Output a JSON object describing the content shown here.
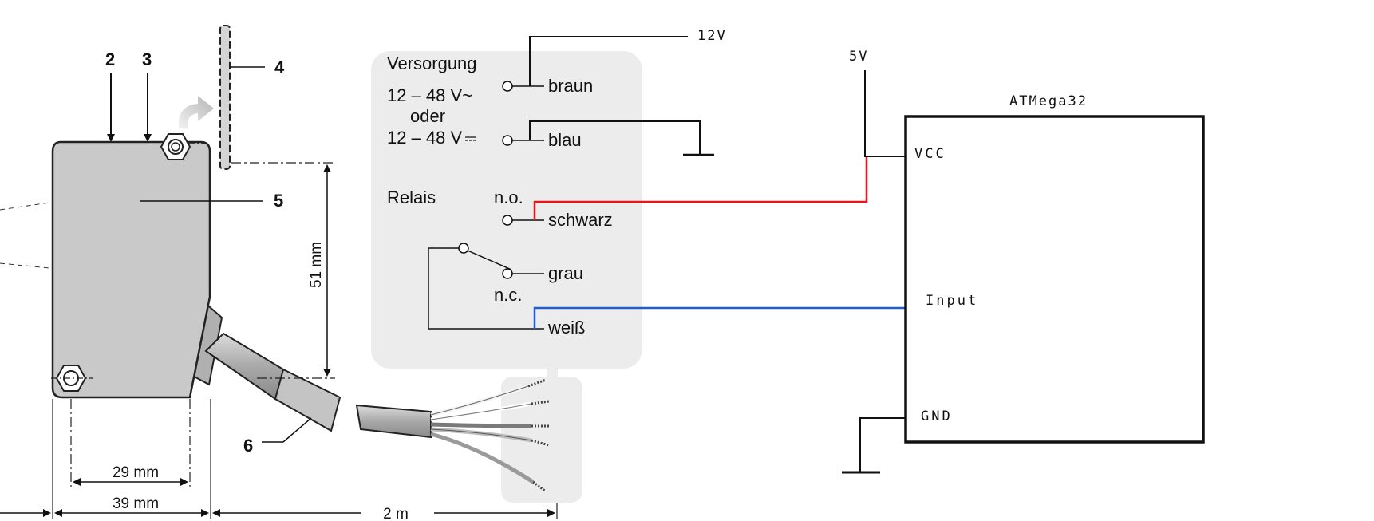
{
  "sensor": {
    "callouts": [
      "2",
      "3",
      "4",
      "5",
      "6"
    ],
    "dims": {
      "height": "51 mm",
      "hole_spacing": "29 mm",
      "width": "39 mm",
      "cable": "2 m"
    }
  },
  "connection_box": {
    "supply_title": "Versorgung",
    "supply_ac": "12 – 48 V~",
    "supply_or": "oder",
    "supply_dc": "12 – 48 V",
    "relay_title": "Relais",
    "no_label": "n.o.",
    "nc_label": "n.c.",
    "wires": {
      "brown": "braun",
      "blue": "blau",
      "black": "schwarz",
      "grey": "grau",
      "white": "weiß"
    }
  },
  "power": {
    "v12": "12V",
    "v5": "5V"
  },
  "mcu": {
    "title": "ATMega32",
    "pins": {
      "vcc": "VCC",
      "input": "Input",
      "gnd": "GND"
    }
  },
  "colors": {
    "no_wire": "#e8141c",
    "input_wire": "#1a5fd6",
    "box_fill": "#ececec",
    "sensor_fill": "#c9c9c9"
  }
}
